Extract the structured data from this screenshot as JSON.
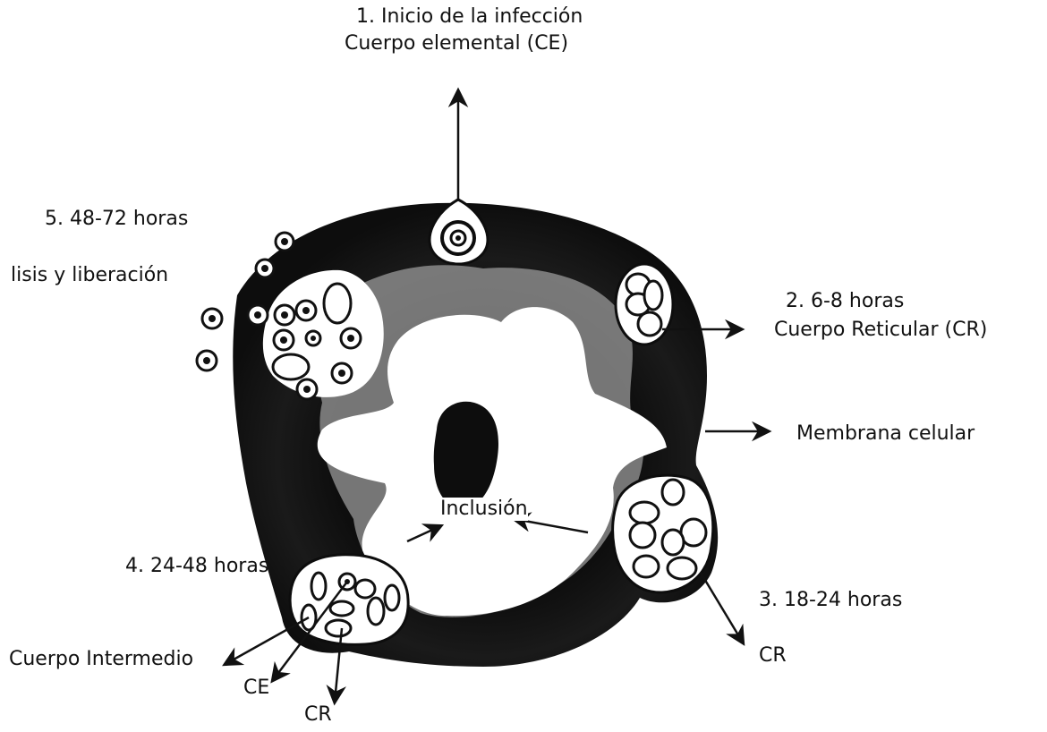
{
  "labels": {
    "step1_line1": "1. Inicio de la infección",
    "step1_line2": "Cuerpo elemental (CE)",
    "step2_line1": "2.  6-8 horas",
    "step2_line2": "Cuerpo Reticular (CR)",
    "membrane": "Membrana celular",
    "step3": "3. 18-24 horas",
    "cr_right": "CR",
    "inclusion": "Inclusión",
    "step4": "4.  24-48 horas",
    "intermediate": "Cuerpo Intermedio",
    "ce_bottom": "CE",
    "cr_bottom": "CR",
    "step5": "5.  48-72 horas",
    "lysis": "lisis y liberación"
  },
  "colors": {
    "cell_dark": "#0d0d0d",
    "cytoplasm_light": "#ffffff",
    "gradient_mid": "#8a8a8a",
    "ink": "#111111"
  }
}
